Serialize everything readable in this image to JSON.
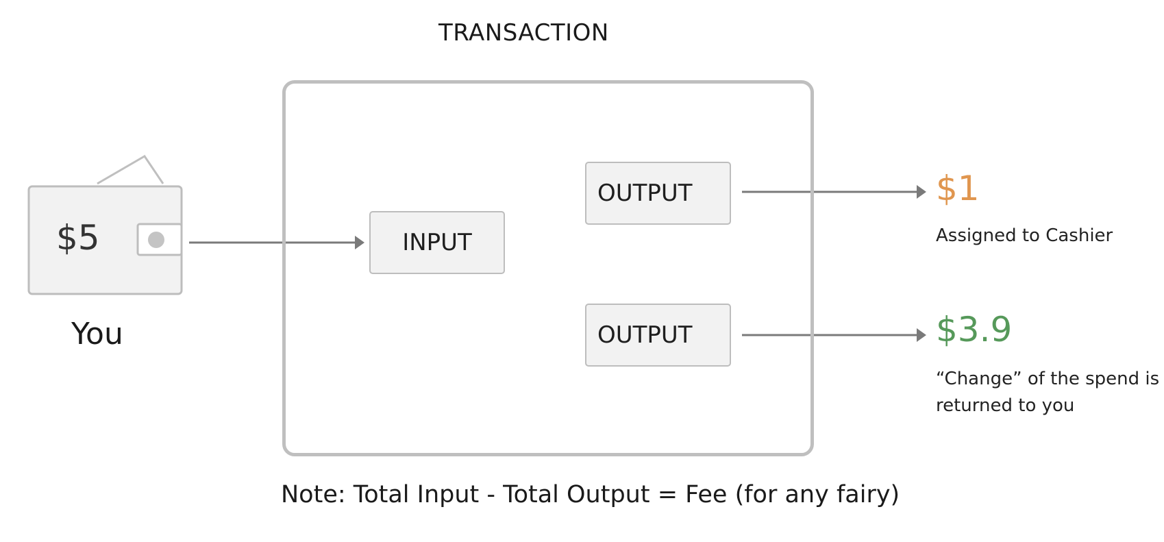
{
  "diagram": {
    "title": "TRANSACTION",
    "wallet": {
      "amount": "$5",
      "owner": "You"
    },
    "input_label": "INPUT",
    "outputs": [
      {
        "label": "OUTPUT",
        "amount": "$1",
        "description": "Assigned to Cashier",
        "color": "#e0964f"
      },
      {
        "label": "OUTPUT",
        "amount": "$3.9",
        "description": "“Change” of the spend is returned to you",
        "color": "#56995a"
      }
    ],
    "note": "Note: Total Input - Total Output = Fee (for any fairy)"
  },
  "icons": {
    "wallet": "wallet-icon",
    "arrow": "arrow-right-icon"
  },
  "colors": {
    "box_border": "#bfbfbf",
    "node_fill": "#f2f2f2",
    "arrow": "#7a7a7a"
  }
}
